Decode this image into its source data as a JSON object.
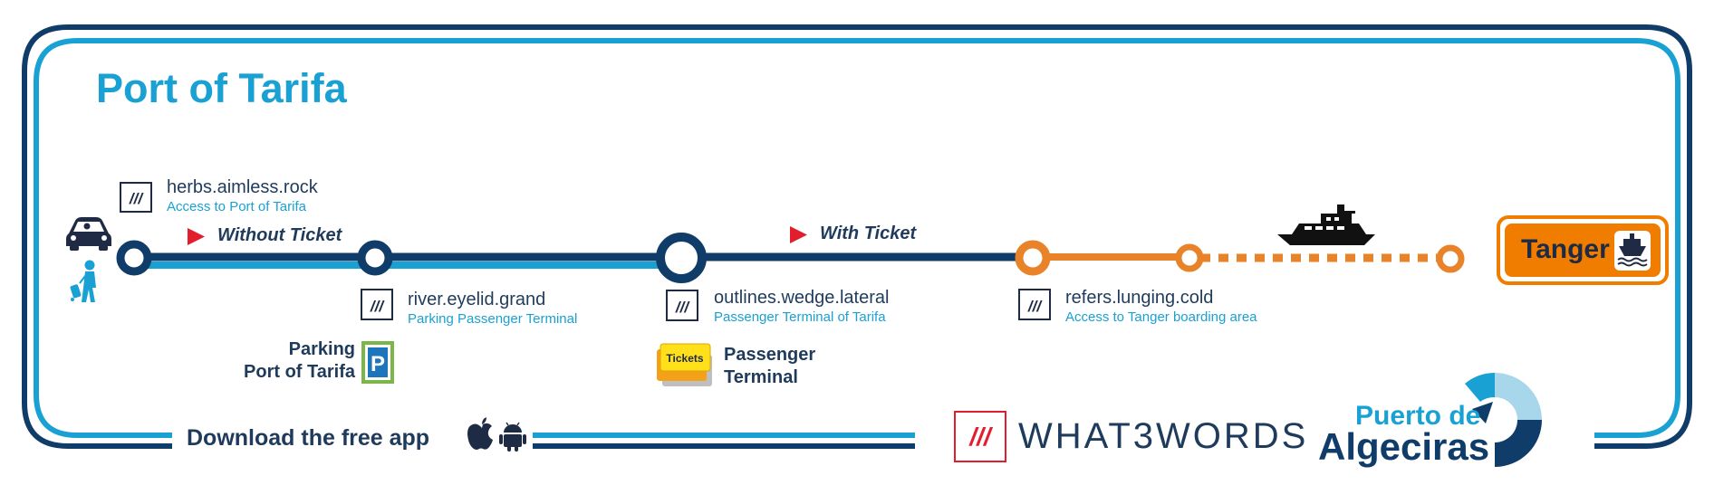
{
  "title": "Port of Tarifa",
  "colors": {
    "frame_outer": "#0f3c68",
    "frame_inner": "#1aa1d4",
    "route_dark": "#0f3c68",
    "route_light": "#1aa1d4",
    "route_sea": "#e8832a",
    "arrow": "#e21e2d",
    "w3w_red": "#e21e2d",
    "parking_green": "#7ab648",
    "parking_blue": "#1d75bb"
  },
  "icons": {
    "start": [
      "car-icon",
      "traveller-with-luggage-icon"
    ],
    "leg_marker": "play-arrow-icon",
    "ferry": "ferry-icon",
    "destination": "ship-icon",
    "w3w": "what3words-slashes-icon",
    "app_platforms": [
      "apple-icon",
      "android-icon"
    ]
  },
  "waypoints": [
    {
      "w3w": "herbs.aimless.rock",
      "description": "Access to Port of Tarifa"
    },
    {
      "w3w": "river.eyelid.grand",
      "description": "Parking Passenger Terminal"
    },
    {
      "w3w": "outlines.wedge.lateral",
      "description": "Passenger Terminal of Tarifa"
    },
    {
      "w3w": "refers.lunging.cold",
      "description": "Access to Tanger boarding area"
    }
  ],
  "legs": {
    "without_ticket": "Without Ticket",
    "with_ticket": "With Ticket"
  },
  "parking": {
    "line1": "Parking",
    "line2": "Port of Tarifa",
    "sign": "P"
  },
  "terminal": {
    "line1": "Passenger",
    "line2": "Terminal",
    "tickets_label": "Tickets"
  },
  "destination": "Tanger",
  "footer": {
    "app_text": "Download the free app",
    "w3w_brand": "WHAT3WORDS",
    "port_authority_line1": "Puerto de",
    "port_authority_line2": "Algeciras"
  }
}
